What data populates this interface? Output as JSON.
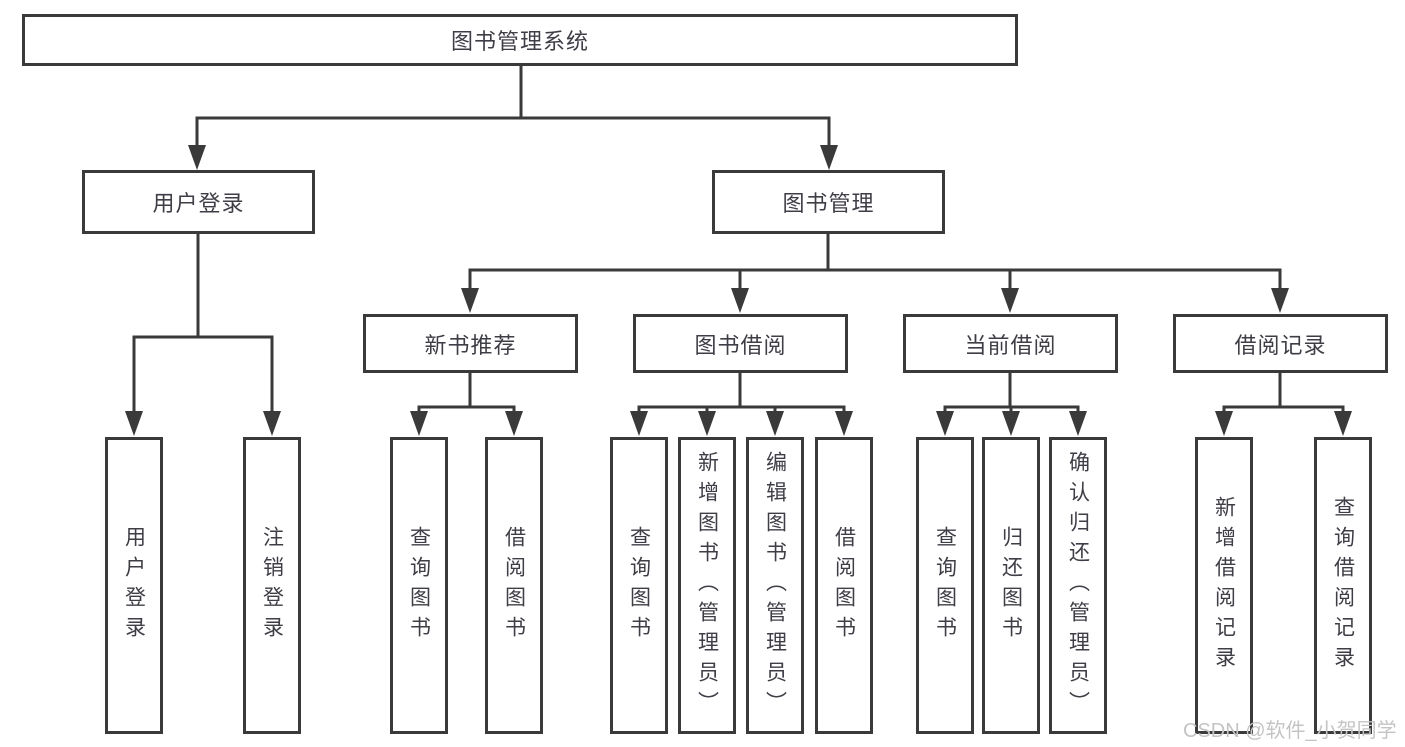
{
  "diagram": {
    "root": {
      "label": "图书管理系统"
    },
    "branches": [
      {
        "label": "用户登录",
        "children": [
          {
            "label": "用户登录"
          },
          {
            "label": "注销登录"
          }
        ]
      },
      {
        "label": "图书管理",
        "children": [
          {
            "label": "新书推荐",
            "children": [
              {
                "label": "查询图书"
              },
              {
                "label": "借阅图书"
              }
            ]
          },
          {
            "label": "图书借阅",
            "children": [
              {
                "label": "查询图书"
              },
              {
                "label": "新增图书（管理员）"
              },
              {
                "label": "编辑图书（管理员）"
              },
              {
                "label": "借阅图书"
              }
            ]
          },
          {
            "label": "当前借阅",
            "children": [
              {
                "label": "查询图书"
              },
              {
                "label": "归还图书"
              },
              {
                "label": "确认归还（管理员）"
              }
            ]
          },
          {
            "label": "借阅记录",
            "children": [
              {
                "label": "新增借阅记录"
              },
              {
                "label": "查询借阅记录"
              }
            ]
          }
        ]
      }
    ],
    "watermark": "CSDN @软件_小贺同学"
  },
  "colors": {
    "line": "#3a3a3a",
    "text": "#3e3e46",
    "watermark": "#c4c4c4",
    "background": "#ffffff"
  }
}
